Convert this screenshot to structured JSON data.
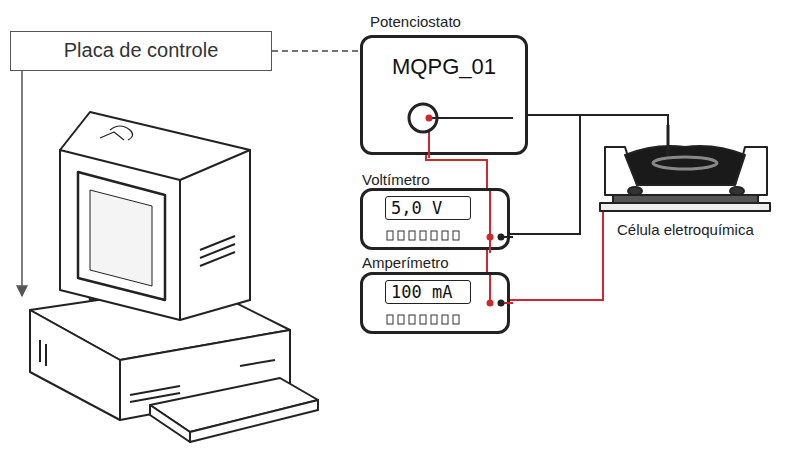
{
  "diagram": {
    "nodes": [
      {
        "text": [
          "Placa de controle"
        ]
      },
      {
        "text": [
          "Potenciostato",
          "MQPG_01"
        ]
      },
      {
        "text": [
          "Voltímetro",
          "5,0 V"
        ]
      },
      {
        "text": [
          "Amperímetro",
          "100 mA"
        ]
      },
      {
        "text": [
          "Célula eletroquímica"
        ]
      }
    ],
    "edges": [
      {
        "from": 0,
        "to": 1,
        "arrow": "none"
      },
      {
        "from": 1,
        "to": 4,
        "arrow": "none"
      },
      {
        "from": 2,
        "to": 1,
        "arrow": "none"
      },
      {
        "from": 1,
        "to": 2,
        "arrow": "none"
      },
      {
        "from": 2,
        "to": 3,
        "arrow": "none"
      },
      {
        "from": 3,
        "to": 4,
        "arrow": "none"
      }
    ]
  }
}
